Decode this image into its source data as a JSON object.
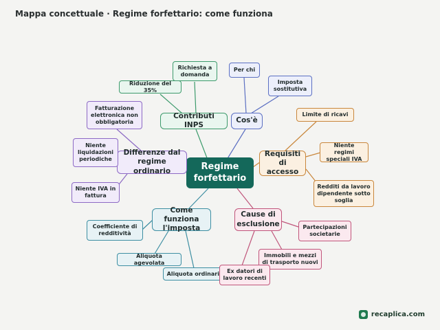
{
  "header": {
    "title": "Mappa concettuale · Regime forfettario: come funziona"
  },
  "center": {
    "label": "Regime forfettario"
  },
  "branches": {
    "contributi": {
      "label": "Contributi INPS",
      "leaves": [
        "Richiesta a domanda",
        "Riduzione del 35%"
      ]
    },
    "cose": {
      "label": "Cos'è",
      "leaves": [
        "Per chi",
        "Imposta sostitutiva"
      ]
    },
    "requisiti": {
      "label": "Requisiti di accesso",
      "leaves": [
        "Limite di ricavi",
        "Niente regimi speciali IVA",
        "Redditi da lavoro dipendente sotto soglia"
      ]
    },
    "differenze": {
      "label": "Differenze dal regime ordinario",
      "leaves": [
        "Fatturazione elettronica non obbligatoria",
        "Niente liquidazioni periodiche",
        "Niente IVA in fattura"
      ]
    },
    "come": {
      "label": "Come funziona l'imposta",
      "leaves": [
        "Coefficiente di redditività",
        "Aliquota agevolata",
        "Aliquota ordinaria"
      ]
    },
    "cause": {
      "label": "Cause di esclusione",
      "leaves": [
        "Partecipazioni societarie",
        "Immobili e mezzi di trasporto nuovi",
        "Ex datori di lavoro recenti"
      ]
    }
  },
  "colors": {
    "center": "#14685a",
    "green": "#3c9a6b",
    "blue": "#5b6fc2",
    "orange": "#c9863b",
    "purple": "#8c69c4",
    "teal": "#3d8ea2",
    "pink": "#c0557b"
  },
  "brand": {
    "name": "recaplica.com",
    "logo_icon": "leaf-logo-icon"
  }
}
